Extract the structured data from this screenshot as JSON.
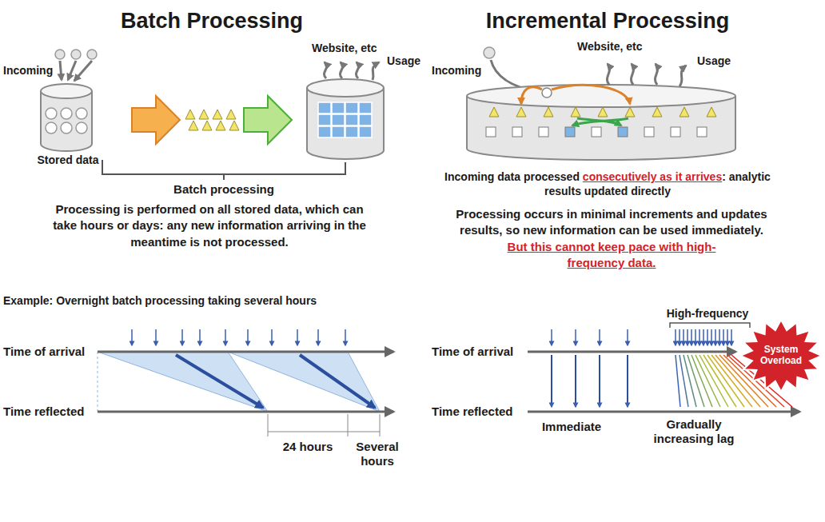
{
  "diagram": {
    "nodes": [
      {
        "text": [
          "Stored data"
        ]
      },
      {
        "text": [
          "System Overload"
        ]
      }
    ],
    "labels": [
      "Batch Processing",
      "Incoming",
      "Website, etc",
      "Usage",
      "Batch processing",
      "Processing is performed on all stored data, which can take hours or days: any new information arriving in the meantime is not processed.",
      "Example: Overnight batch processing taking several hours",
      "Time of arrival",
      "Time reflected",
      "24 hours",
      "Several hours",
      "Incremental Processing",
      "Website, etc",
      "Incoming",
      "Usage",
      "Incoming data processed",
      "consecutively as it arrives",
      ": analytic results updated directly",
      "Processing occurs in minimal increments and updates results, so new information can be used immediately.",
      "But this cannot keep pace with high-frequency data.",
      "High-frequency",
      "Time of arrival",
      "Time reflected",
      "Immediate",
      "Gradually increasing lag"
    ]
  }
}
